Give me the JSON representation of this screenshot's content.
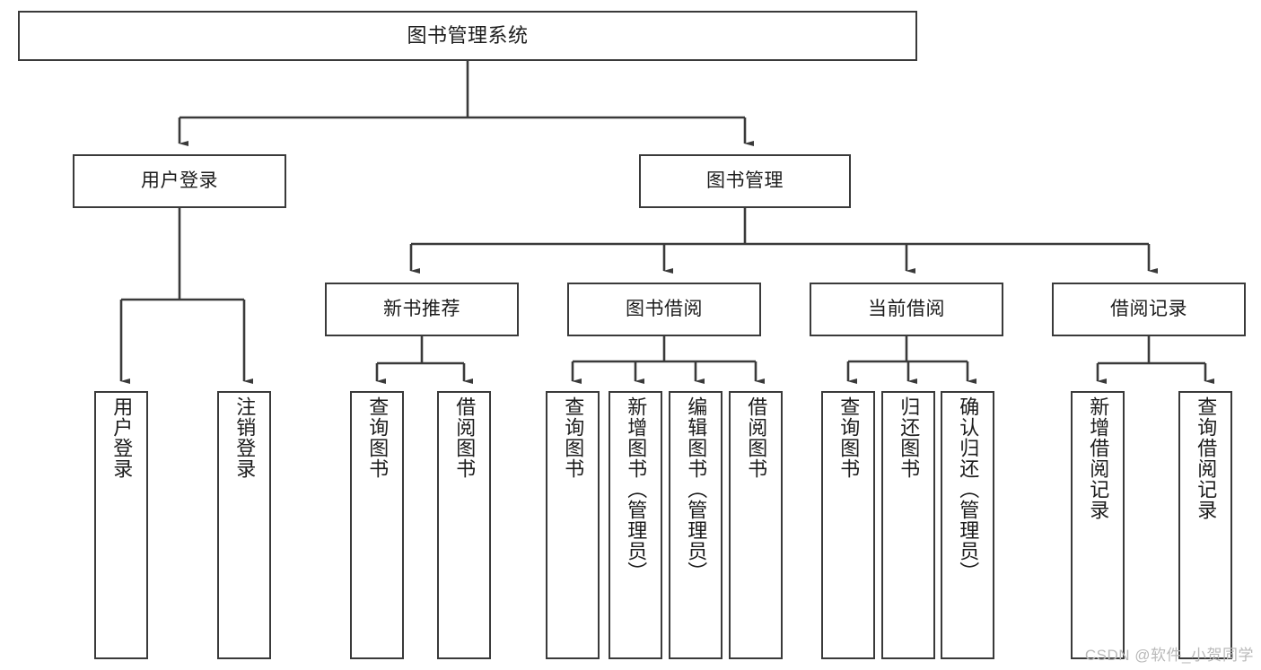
{
  "diagram": {
    "title": "图书管理系统",
    "type": "tree-hierarchy-chart",
    "colors": {
      "box_border": "#3a3a3a",
      "box_fill": "#ffffff",
      "edge": "#3a3a3a",
      "text": "#1c1c1c",
      "watermark": "#b9b9b9"
    },
    "watermark": "CSDN @软件_小贺同学",
    "nodes": {
      "root": {
        "label": "图书管理系统"
      },
      "level2": [
        {
          "id": "user-login",
          "label": "用户登录"
        },
        {
          "id": "book-management",
          "label": "图书管理"
        }
      ],
      "level3": [
        {
          "id": "new-book-recommend",
          "label": "新书推荐"
        },
        {
          "id": "book-borrow",
          "label": "图书借阅"
        },
        {
          "id": "current-borrow",
          "label": "当前借阅"
        },
        {
          "id": "borrow-record",
          "label": "借阅记录"
        }
      ],
      "leaves": {
        "user_login": [
          {
            "id": "leaf-user-login",
            "label": "用户登录"
          },
          {
            "id": "leaf-logout-login",
            "label": "注销登录"
          }
        ],
        "new_book_recommend": [
          {
            "id": "leaf-query-book-1",
            "label": "查询图书"
          },
          {
            "id": "leaf-borrow-book-1",
            "label": "借阅图书"
          }
        ],
        "book_borrow": [
          {
            "id": "leaf-query-book-2",
            "label": "查询图书"
          },
          {
            "id": "leaf-add-book",
            "label": "新增图书（管理员）"
          },
          {
            "id": "leaf-edit-book",
            "label": "编辑图书（管理员）"
          },
          {
            "id": "leaf-borrow-book-2",
            "label": "借阅图书"
          }
        ],
        "current_borrow": [
          {
            "id": "leaf-query-book-3",
            "label": "查询图书"
          },
          {
            "id": "leaf-return-book",
            "label": "归还图书"
          },
          {
            "id": "leaf-confirm-return",
            "label": "确认归还（管理员）"
          }
        ],
        "borrow_record": [
          {
            "id": "leaf-add-record",
            "label": "新增借阅记录"
          },
          {
            "id": "leaf-query-record",
            "label": "查询借阅记录"
          }
        ]
      }
    }
  }
}
